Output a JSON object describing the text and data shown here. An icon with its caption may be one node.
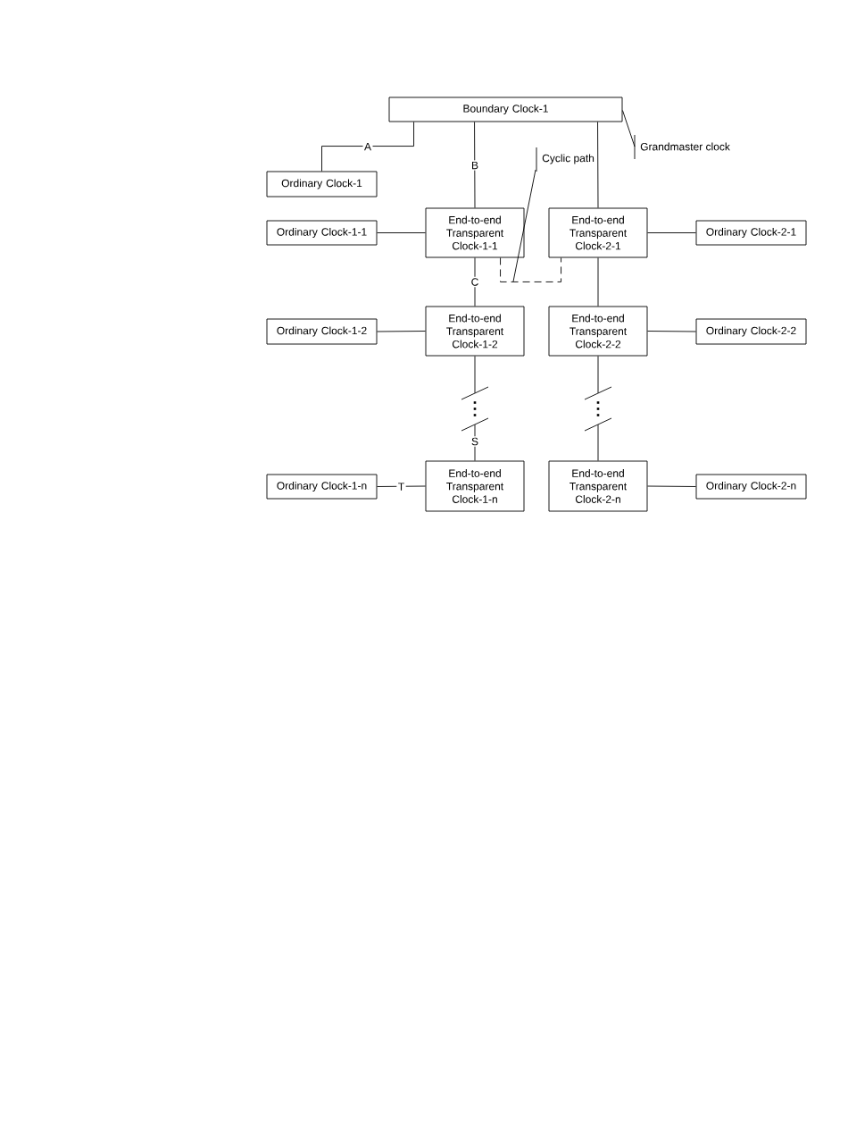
{
  "diagram": {
    "nodes": [
      {
        "text": [
          "Boundary Clock-1"
        ]
      },
      {
        "text": [
          "Grandmaster clock"
        ]
      },
      {
        "text": [
          "Cyclic path"
        ]
      },
      {
        "text": [
          "Ordinary Clock-1"
        ]
      },
      {
        "text": [
          "Ordinary Clock-1-1"
        ]
      },
      {
        "text": [
          "End-to-end Transparent Clock-1-1"
        ]
      },
      {
        "text": [
          "End-to-end Transparent Clock-2-1"
        ]
      },
      {
        "text": [
          "Ordinary Clock-2-1"
        ]
      },
      {
        "text": [
          "Ordinary Clock-1-2"
        ]
      },
      {
        "text": [
          "End-to-end Transparent Clock-1-2"
        ]
      },
      {
        "text": [
          "End-to-end Transparent Clock-2-2"
        ]
      },
      {
        "text": [
          "Ordinary Clock-2-2"
        ]
      },
      {
        "text": [],
        "shape": "dots"
      },
      {
        "text": [],
        "shape": "dots"
      },
      {
        "text": [
          "Ordinary Clock-1-n"
        ]
      },
      {
        "text": [
          "End-to-end Transparent Clock-1-n"
        ]
      },
      {
        "text": [
          "End-to-end Transparent Clock-2-n"
        ]
      },
      {
        "text": [
          "Ordinary Clock-2-n"
        ]
      }
    ],
    "edges": [
      {
        "from": 0,
        "to": 3,
        "arrow": "none",
        "label": "A"
      },
      {
        "from": 0,
        "to": 5,
        "arrow": "none",
        "label": "B"
      },
      {
        "from": 0,
        "to": 6,
        "arrow": "none"
      },
      {
        "from": 1,
        "to": 0,
        "arrow": "none"
      },
      {
        "from": 2,
        "to": null,
        "arrow": "none"
      },
      {
        "from": 4,
        "to": 5,
        "arrow": "none"
      },
      {
        "from": 6,
        "to": 7,
        "arrow": "none"
      },
      {
        "from": 5,
        "to": 6,
        "arrow": "none",
        "style": "dashed"
      },
      {
        "from": 5,
        "to": 9,
        "arrow": "none",
        "label": "C"
      },
      {
        "from": 6,
        "to": 10,
        "arrow": "none"
      },
      {
        "from": 8,
        "to": 9,
        "arrow": "none"
      },
      {
        "from": 10,
        "to": 11,
        "arrow": "none"
      },
      {
        "from": 9,
        "to": 12,
        "arrow": "none"
      },
      {
        "from": 12,
        "to": 15,
        "arrow": "none",
        "label": "S"
      },
      {
        "from": 10,
        "to": 13,
        "arrow": "none"
      },
      {
        "from": 13,
        "to": 16,
        "arrow": "none"
      },
      {
        "from": 14,
        "to": 15,
        "arrow": "none",
        "label": "T"
      },
      {
        "from": 16,
        "to": 17,
        "arrow": "none"
      }
    ]
  }
}
